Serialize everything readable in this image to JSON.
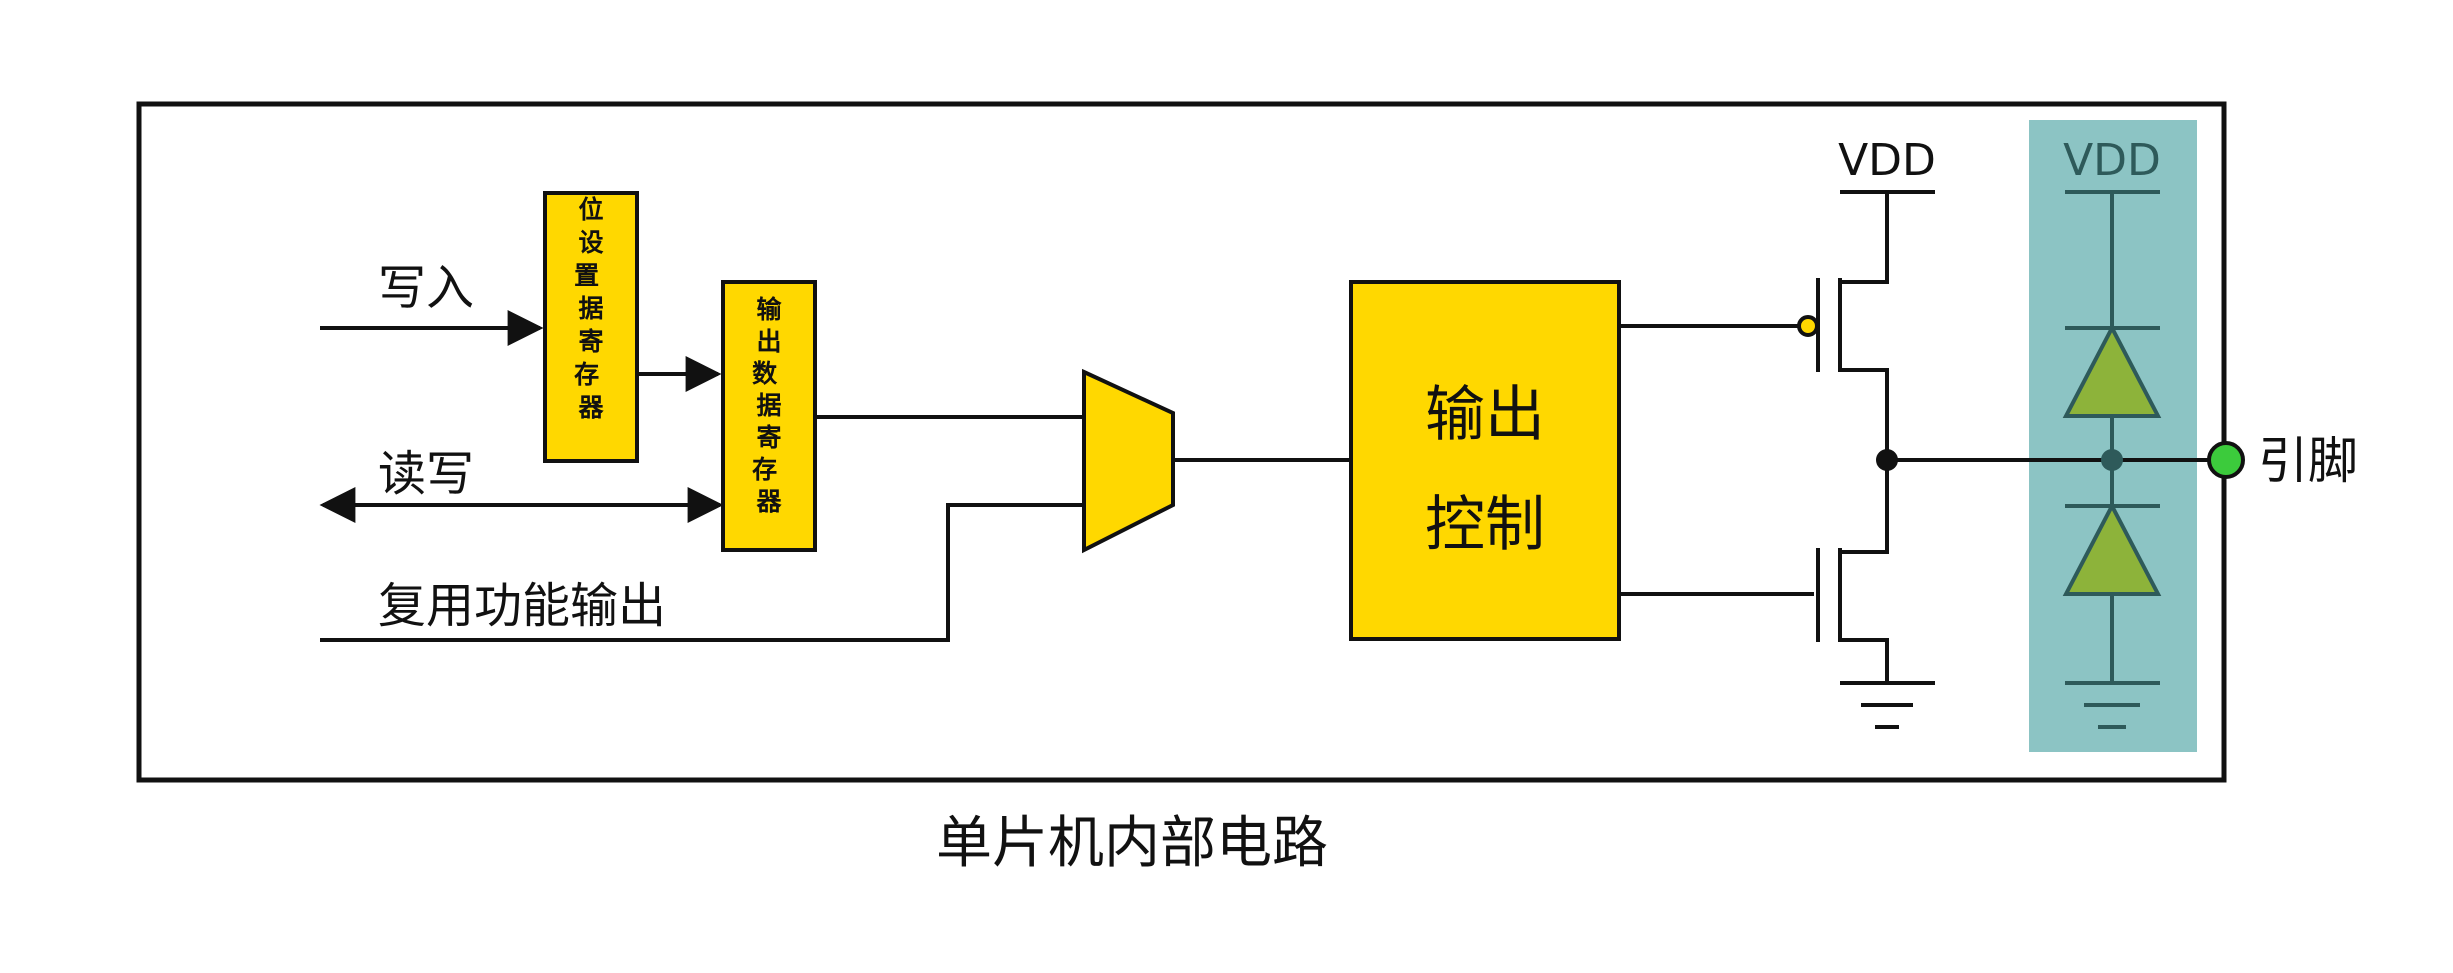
{
  "labels": {
    "write_in": "写入",
    "read_write": "读写",
    "alt_output": "复用功能输出",
    "bit_set_reg": "位设置据寄存器",
    "output_data_reg": "输出数据寄存器",
    "output_control_line1": "输出",
    "output_control_line2": "控制",
    "vdd_main": "VDD",
    "vdd_protect": "VDD",
    "pin": "引脚",
    "caption": "单片机内部电路"
  },
  "colors": {
    "block_fill": "#FFD800",
    "protection_bg": "#8CC4C4",
    "diode_fill": "#8DB33A",
    "pin_fill": "#3CCB3C",
    "pmos_bubble": "#FFD800",
    "line": "#111111"
  }
}
